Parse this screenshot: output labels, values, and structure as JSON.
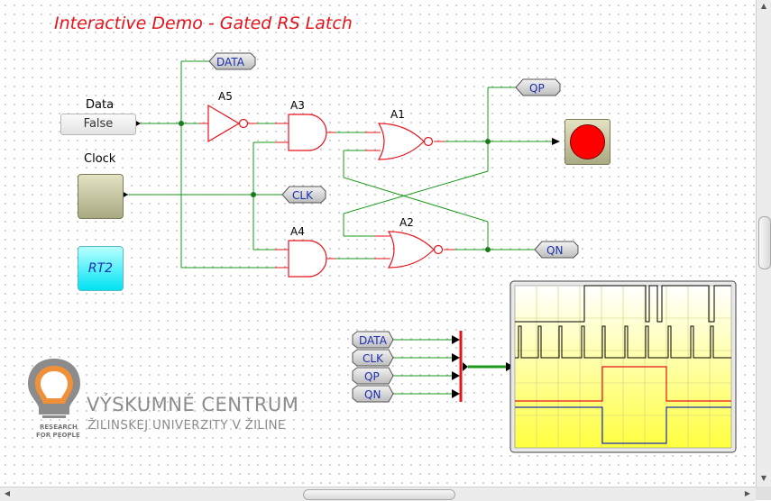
{
  "title": "Interactive Demo - Gated RS Latch",
  "controls": {
    "data_label": "Data",
    "data_value": "False",
    "clock_label": "Clock",
    "rt2_label": "RT2"
  },
  "gates": {
    "a1": "A1",
    "a2": "A2",
    "a3": "A3",
    "a4": "A4",
    "a5": "A5"
  },
  "net_labels": {
    "data": "DATA",
    "clk": "CLK",
    "qp": "QP",
    "qn": "QN"
  },
  "scope_inputs": [
    "DATA",
    "CLK",
    "QP",
    "QN"
  ],
  "output_lamp": {
    "state": "on",
    "color": "#ff0000"
  },
  "scope": {
    "background": "#ffff99",
    "traces": [
      {
        "name": "DATA",
        "color": "#000000"
      },
      {
        "name": "CLK",
        "color": "#000000"
      },
      {
        "name": "QP",
        "color": "#e8131b"
      },
      {
        "name": "QN",
        "color": "#1c2fb0"
      }
    ]
  },
  "logo": {
    "line1": "VÝSKUMNÉ CENTRUM",
    "line2": "ŽILINSKEJ UNIVERZITY V ŽILINE",
    "small1": "RESEARCH",
    "small2": "FOR PEOPLE"
  },
  "colors": {
    "wire": "#1a9a1a",
    "gate": "#e8131b",
    "title": "#e8131b",
    "net_text": "#1c2fb0"
  }
}
